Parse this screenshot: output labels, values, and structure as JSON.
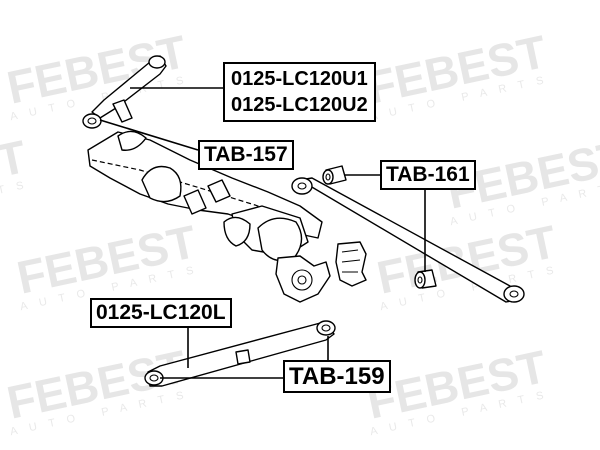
{
  "watermark": {
    "brand": "FEBEST",
    "sub": "AUTO PARTS"
  },
  "callouts": {
    "upper_arm": [
      "0125-LC120U1",
      "0125-LC120U2"
    ],
    "upper_bushing": "TAB-157",
    "lateral_bushing": "TAB-161",
    "lower_arm": "0125-LC120L",
    "lower_bushing": "TAB-159"
  }
}
